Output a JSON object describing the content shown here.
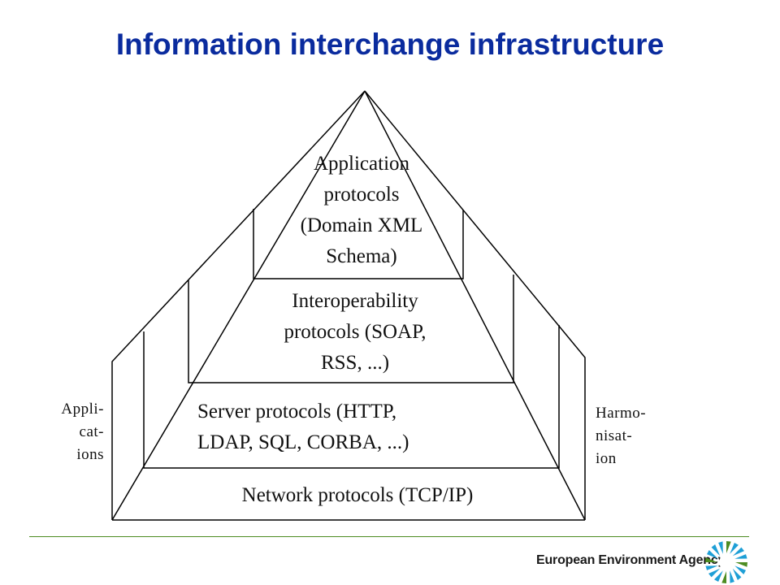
{
  "slide": {
    "title": "Information interchange infrastructure"
  },
  "diagram": {
    "layers": [
      {
        "id": "application",
        "lines": [
          "Application",
          "protocols",
          "(Domain XML",
          "Schema)"
        ]
      },
      {
        "id": "interoperability",
        "lines": [
          "Interoperability",
          "protocols (SOAP,",
          "RSS, ...)"
        ]
      },
      {
        "id": "server",
        "lines": [
          "Server protocols (HTTP,",
          "LDAP, SQL, CORBA, ...)"
        ]
      },
      {
        "id": "network",
        "lines": [
          "Network protocols (TCP/IP)"
        ]
      }
    ],
    "left_label": {
      "lines": [
        "Appli-",
        "cat-",
        "ions"
      ]
    },
    "right_label": {
      "lines": [
        "Harmo-",
        "nisat-",
        "ion"
      ]
    }
  },
  "footer": {
    "organization": "European Environment Agency",
    "accent_color": "#4d8c22",
    "logo_color": "#1e9fd6",
    "logo_icon": "eea-sunburst-icon"
  },
  "colors": {
    "title": "#0a2b9e",
    "lines": "#000000"
  }
}
